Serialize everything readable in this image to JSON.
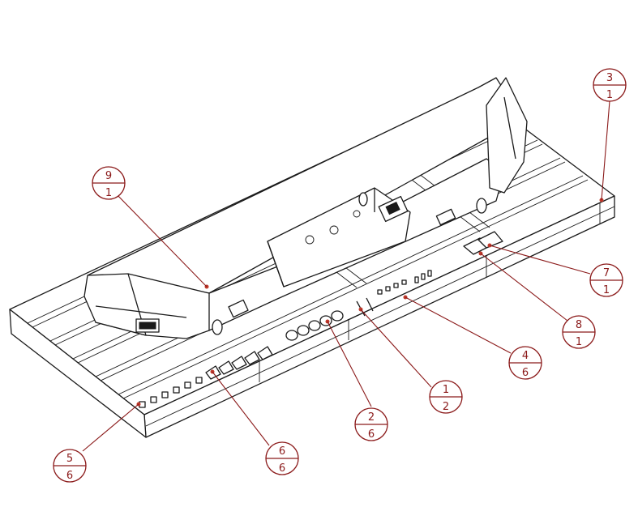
{
  "balloons": [
    {
      "item": "9",
      "qty": "1"
    },
    {
      "item": "3",
      "qty": "1"
    },
    {
      "item": "7",
      "qty": "1"
    },
    {
      "item": "8",
      "qty": "1"
    },
    {
      "item": "4",
      "qty": "6"
    },
    {
      "item": "1",
      "qty": "2"
    },
    {
      "item": "2",
      "qty": "6"
    },
    {
      "item": "6",
      "qty": "6"
    },
    {
      "item": "5",
      "qty": "6"
    }
  ],
  "colors": {
    "background": "#ffffff",
    "geometry_line": "#1a1a1a",
    "balloon": "#8b1a1a",
    "anchor_point": "#c0392b"
  }
}
